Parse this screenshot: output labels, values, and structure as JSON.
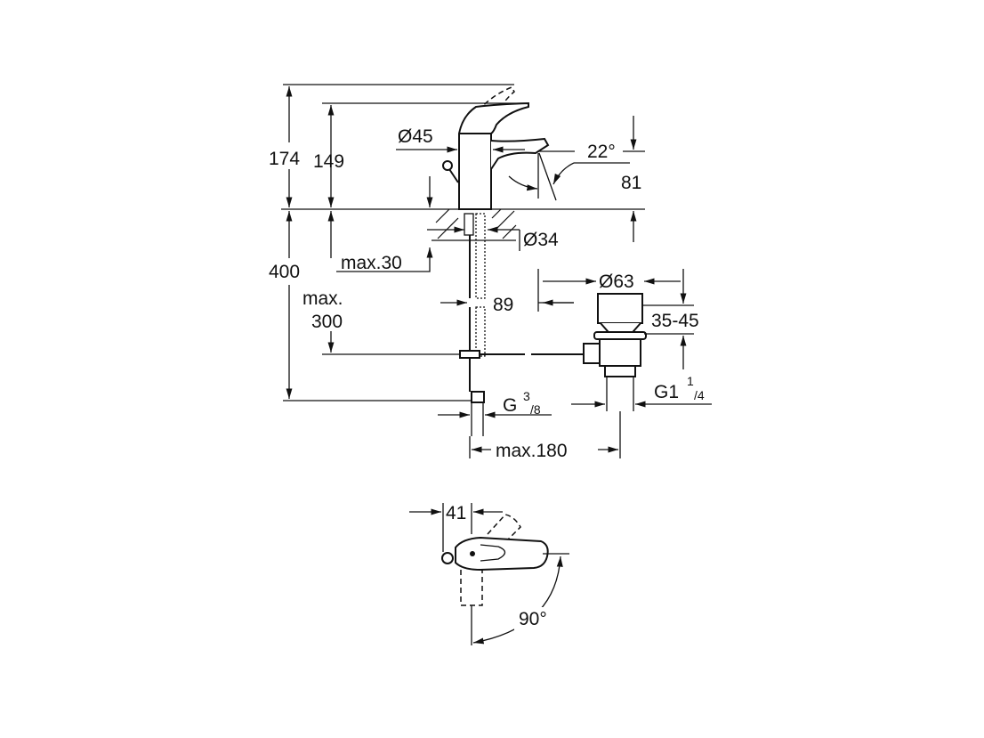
{
  "drawing": {
    "side_view": {
      "total_height": "174",
      "spout_height": "149",
      "body_diameter": "Ø45",
      "spout_angle": "22°",
      "spout_outlet_height": "81",
      "mount_diameter": "Ø34",
      "max_counter_thickness": "max.30",
      "hose_length": "400",
      "max_label": "max.",
      "max_rod_depth": "300",
      "rod_offset": "89",
      "waste_diameter": "Ø63",
      "waste_range": "35-45",
      "waste_thread_prefix": "G1",
      "waste_thread_num": "1",
      "waste_thread_den": "/4",
      "supply_thread_prefix": "G",
      "supply_thread_num": "3",
      "supply_thread_den": "/8",
      "max_rod_length": "max.180"
    },
    "top_view": {
      "lever_offset": "41",
      "rotation_angle": "90°"
    }
  }
}
